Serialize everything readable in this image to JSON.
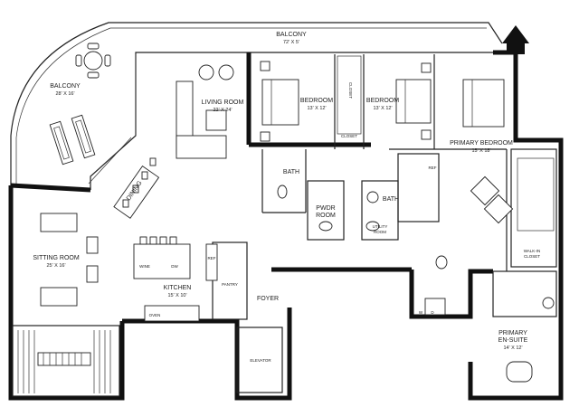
{
  "rooms": {
    "balcony_top": {
      "name": "BALCONY",
      "dims": "72' X 5'"
    },
    "balcony_left": {
      "name": "BALCONY",
      "dims": "28' X 16'"
    },
    "living_room": {
      "name": "LIVING ROOM",
      "dims": "22' X 24'"
    },
    "bedroom_1": {
      "name": "BEDROOM",
      "dims": "13' X 12'"
    },
    "bedroom_2": {
      "name": "BEDROOM",
      "dims": "13' X 12'"
    },
    "primary_bedroom": {
      "name": "PRIMARY BEDROOM",
      "dims": "15' X 18'"
    },
    "closet": {
      "name": "CLOSET"
    },
    "bath_1": {
      "name": "BATH"
    },
    "bath_2": {
      "name": "BATH"
    },
    "pwdr_room": {
      "name_line1": "PWDR",
      "name_line2": "ROOM"
    },
    "utility_room": {
      "name_line1": "UTILITY",
      "name_line2": "ROOM"
    },
    "dining": {
      "name": "DINING"
    },
    "sitting_room": {
      "name": "SITTING ROOM",
      "dims": "25' X 16'"
    },
    "kitchen": {
      "name": "KITCHEN",
      "dims": "15' X 10'"
    },
    "pantry": {
      "name": "PANTRY"
    },
    "foyer": {
      "name": "FOYER"
    },
    "elevator": {
      "name": "ELEVATOR"
    },
    "walk_in_closet": {
      "name_line1": "WALK-IN",
      "name_line2": "CLOSET"
    },
    "primary_en_suite": {
      "name_line1": "PRIMARY",
      "name_line2": "EN-SUITE",
      "dims": "14' X 12'"
    }
  },
  "fixtures": {
    "wine": "WINE",
    "dishwasher": "DW",
    "refrigerator": "REF",
    "refrigerator_2": "REF",
    "oven": "OVEN",
    "washer": "W",
    "dryer": "D",
    "closet_vertical": "CLOSET"
  }
}
